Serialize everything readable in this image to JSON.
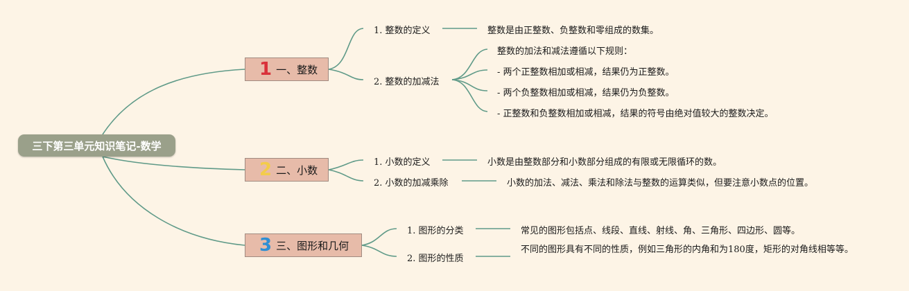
{
  "colors": {
    "background": "#fdf4e6",
    "root_fill": "#9aa08a",
    "branch_fill": "#e7bba9",
    "connector": "#5f9a88",
    "number_1": "#d9313a",
    "number_2": "#f3cc4a",
    "number_3": "#2f8fd3"
  },
  "root": {
    "label": "三下第三单元知识笔记-数学"
  },
  "branches": [
    {
      "number": "1",
      "label": "一、整数",
      "topics": [
        {
          "label": "1. 整数的定义",
          "details": [
            "整数是由正整数、负整数和零组成的数集。"
          ]
        },
        {
          "label": "2. 整数的加减法",
          "details": [
            "整数的加法和减法遵循以下规则：",
            "- 两个正整数相加或相减，结果仍为正整数。",
            "- 两个负整数相加或相减，结果仍为负整数。",
            "- 正整数和负整数相加或相减，结果的符号由绝对值较大的整数决定。"
          ]
        }
      ]
    },
    {
      "number": "2",
      "label": "二、小数",
      "topics": [
        {
          "label": "1. 小数的定义",
          "details": [
            "小数是由整数部分和小数部分组成的有限或无限循环的数。"
          ]
        },
        {
          "label": "2. 小数的加减乘除",
          "details": [
            "小数的加法、减法、乘法和除法与整数的运算类似，但要注意小数点的位置。"
          ]
        }
      ]
    },
    {
      "number": "3",
      "label": "三、图形和几何",
      "topics": [
        {
          "label": "1. 图形的分类",
          "details": [
            "常见的图形包括点、线段、直线、射线、角、三角形、四边形、圆等。"
          ]
        },
        {
          "label": "2. 图形的性质",
          "details": [
            "不同的图形具有不同的性质，例如三角形的内角和为180度，矩形的对角线相等等。"
          ]
        }
      ]
    }
  ]
}
